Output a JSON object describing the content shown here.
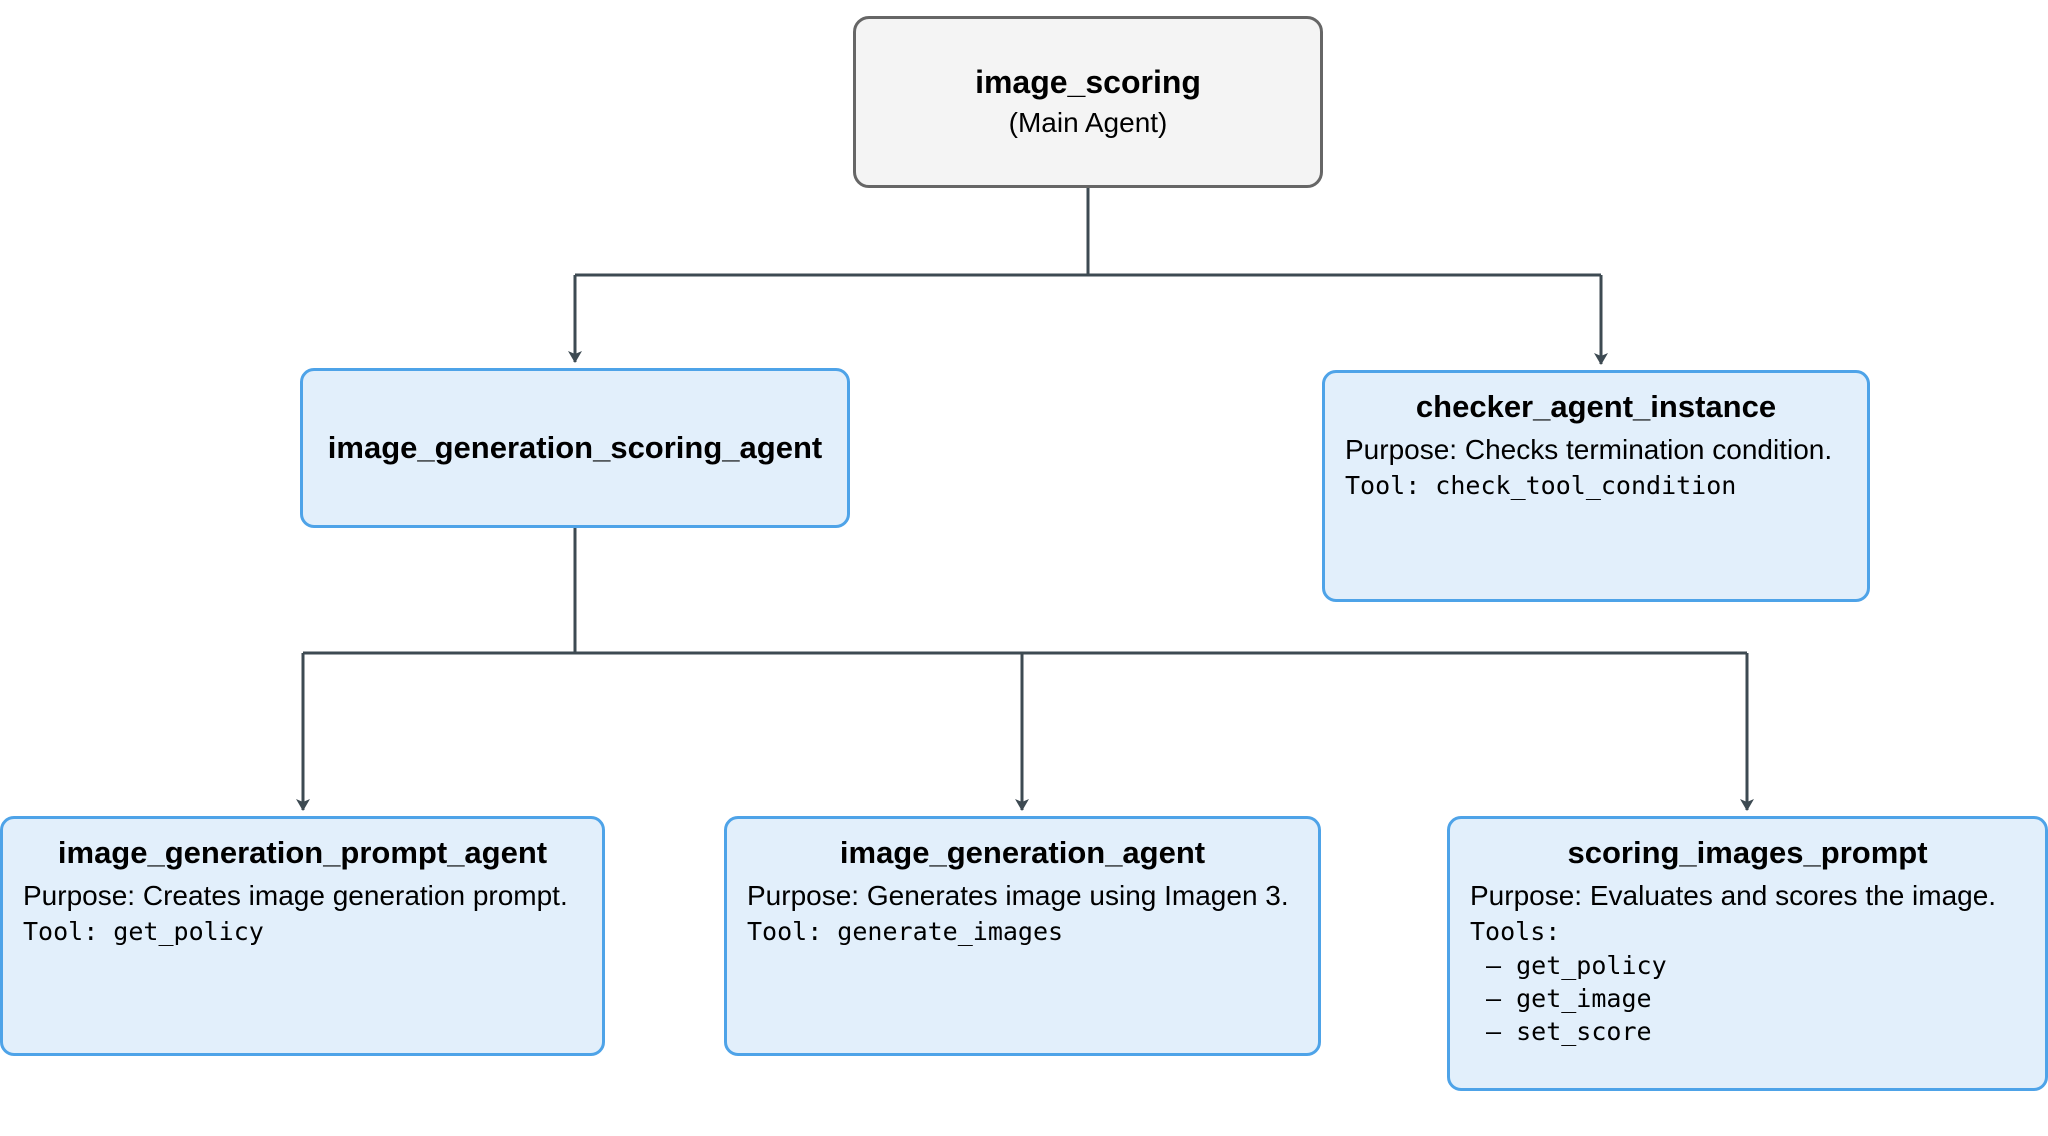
{
  "diagram": {
    "type": "agent-hierarchy-tree",
    "background_color": "#ffffff",
    "edge_color": "#3d4a52",
    "root_fill": "#f4f4f4",
    "root_border": "#666666",
    "agent_fill": "#e2effb",
    "agent_border": "#4ea3e8"
  },
  "root": {
    "title": "image_scoring",
    "subtitle": "(Main Agent)"
  },
  "level1": {
    "scoring_agent": {
      "title": "image_generation_scoring_agent"
    },
    "checker": {
      "title": "checker_agent_instance",
      "purpose": "Purpose: Checks termination condition.",
      "tool": "Tool: check_tool_condition"
    }
  },
  "level2": {
    "prompt_agent": {
      "title": "image_generation_prompt_agent",
      "purpose": "Purpose: Creates image generation prompt.",
      "tool": "Tool: get_policy"
    },
    "generation_agent": {
      "title": "image_generation_agent",
      "purpose": "Purpose: Generates image using Imagen 3.",
      "tool": "Tool: generate_images"
    },
    "scoring_prompt": {
      "title": "scoring_images_prompt",
      "purpose": "Purpose: Evaluates and scores the image.",
      "tools_label": "Tools:",
      "tools": [
        "– get_policy",
        "– get_image",
        "– set_score"
      ]
    }
  }
}
